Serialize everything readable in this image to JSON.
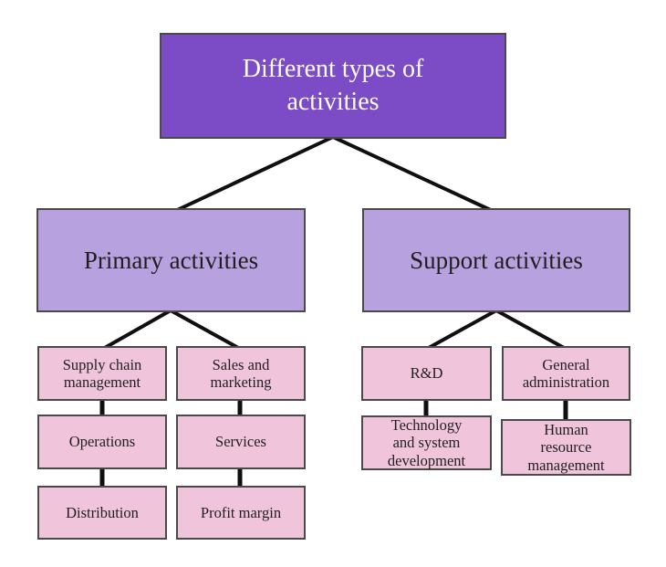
{
  "colors": {
    "root_fill": "#7c4cc6",
    "level2_fill": "#b7a1de",
    "leaf_fill": "#f0c5dc",
    "border": "#4a4a4a",
    "line": "#0f0f0f",
    "root_text": "#ffffff",
    "text": "#1f1f1f",
    "background": "#ffffff"
  },
  "nodes": {
    "root": {
      "label": [
        "Different types of",
        "activities"
      ]
    },
    "primary": {
      "label": "Primary activities"
    },
    "support": {
      "label": "Support activities"
    },
    "supply_chain": {
      "label": [
        "Supply chain",
        "management"
      ]
    },
    "sales_marketing": {
      "label": [
        "Sales and",
        "marketing"
      ]
    },
    "operations": {
      "label": "Operations"
    },
    "services": {
      "label": "Services"
    },
    "distribution": {
      "label": "Distribution"
    },
    "profit_margin": {
      "label": "Profit margin"
    },
    "rnd": {
      "label": "R&D"
    },
    "general_administration": {
      "label": [
        "General",
        "administration"
      ]
    },
    "technology_system_development": {
      "label": [
        "Technology",
        "and system",
        "development"
      ]
    },
    "human_resource_management": {
      "label": [
        "Human",
        "resource",
        "management"
      ]
    }
  },
  "structure": {
    "root_children": [
      "primary",
      "support"
    ],
    "primary_children": [
      "supply_chain",
      "operations",
      "distribution",
      "sales_marketing",
      "services",
      "profit_margin"
    ],
    "support_children": [
      "rnd",
      "technology_system_development",
      "general_administration",
      "human_resource_management"
    ]
  }
}
